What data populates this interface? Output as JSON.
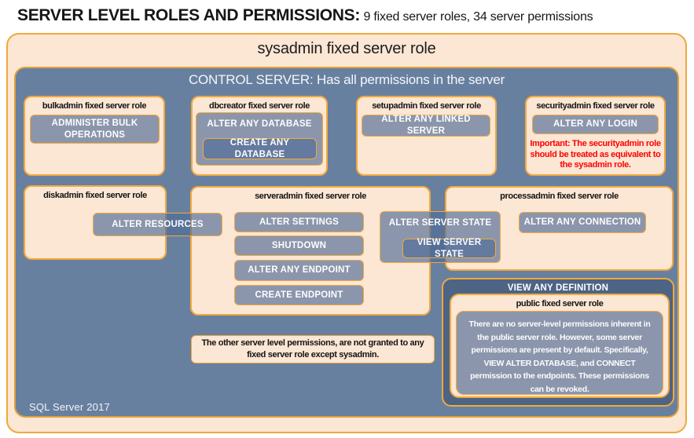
{
  "title": {
    "main": "SERVER LEVEL ROLES AND PERMISSIONS:",
    "sub": "9 fixed server roles, 34 server permissions"
  },
  "sysadmin_label": "sysadmin fixed server role",
  "control_label": "CONTROL SERVER: Has all permissions in the server",
  "footer": "SQL Server 2017",
  "roles": {
    "bulkadmin": {
      "label": "bulkadmin fixed server role",
      "perm": "ADMINISTER BULK OPERATIONS"
    },
    "dbcreator": {
      "label": "dbcreator fixed server role",
      "outer_perm": "ALTER ANY DATABASE",
      "inner_perm": "CREATE ANY DATABASE"
    },
    "setupadmin": {
      "label": "setupadmin fixed server role",
      "perm": "ALTER ANY LINKED SERVER"
    },
    "securityadmin": {
      "label": "securityadmin fixed server role",
      "perm": "ALTER ANY LOGIN",
      "warning": "Important: The securityadmin role should be treated as equivalent to the sysadmin role."
    },
    "diskadmin": {
      "label": "diskadmin fixed server role",
      "perm": "ALTER RESOURCES"
    },
    "serveradmin": {
      "label": "serveradmin fixed server role",
      "perms": [
        "ALTER SETTINGS",
        "SHUTDOWN",
        "ALTER ANY ENDPOINT",
        "CREATE ENDPOINT"
      ],
      "outer_perm": "ALTER SERVER STATE",
      "inner_perm": "VIEW SERVER STATE"
    },
    "processadmin": {
      "label": "processadmin fixed server role",
      "perm": "ALTER ANY CONNECTION"
    },
    "public": {
      "definition_perm": "VIEW ANY DEFINITION",
      "label": "public fixed server role",
      "note": "There are no server-level permissions inherent in the public server role. However, some server permissions are present by default. Specifically, VIEW ALTER DATABASE, and CONNECT permission to the endpoints. These permissions can be revoked."
    }
  },
  "note": "The other server level permissions, are not granted to any fixed server role except sysadmin.",
  "colors": {
    "peach": "#FCE6D4",
    "gold": "#F0A93C",
    "control_blue": "#68809F",
    "definition_blue": "#4D6485",
    "perm_fill": "rgba(80,108,152,0.66)",
    "warning_red": "#FF0000"
  }
}
